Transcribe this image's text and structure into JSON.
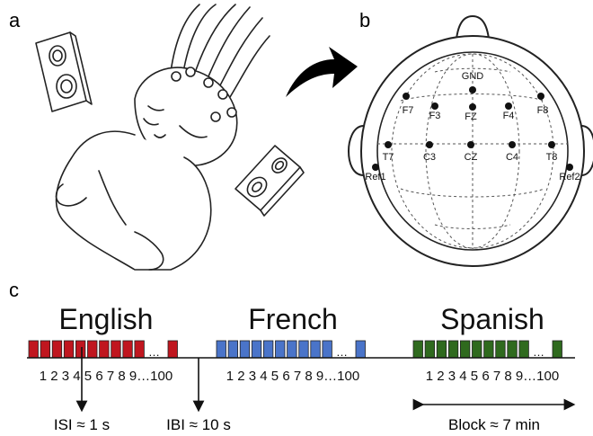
{
  "panels": {
    "a": "a",
    "b": "b",
    "c": "c"
  },
  "electrodes": [
    {
      "label": "GND"
    },
    {
      "label": "F7"
    },
    {
      "label": "F3"
    },
    {
      "label": "FZ"
    },
    {
      "label": "F4"
    },
    {
      "label": "F8"
    },
    {
      "label": "T7"
    },
    {
      "label": "C3"
    },
    {
      "label": "CZ"
    },
    {
      "label": "C4"
    },
    {
      "label": "T8"
    },
    {
      "label": "Ref1"
    },
    {
      "label": "Ref2"
    }
  ],
  "blocks": [
    {
      "language": "English",
      "color": "#c0161f",
      "numbers": "1 2 3 4 5 6 7 8 9…100"
    },
    {
      "language": "French",
      "color": "#4a74c9",
      "numbers": "1 2 3 4 5 6 7 8 9…100"
    },
    {
      "language": "Spanish",
      "color": "#2f6a1e",
      "numbers": "1 2 3 4 5 6 7 8 9…100"
    }
  ],
  "annotations": {
    "isi": "ISI ≈ 1 s",
    "ibi": "IBI ≈ 10 s",
    "block": "Block ≈ 7 min"
  }
}
